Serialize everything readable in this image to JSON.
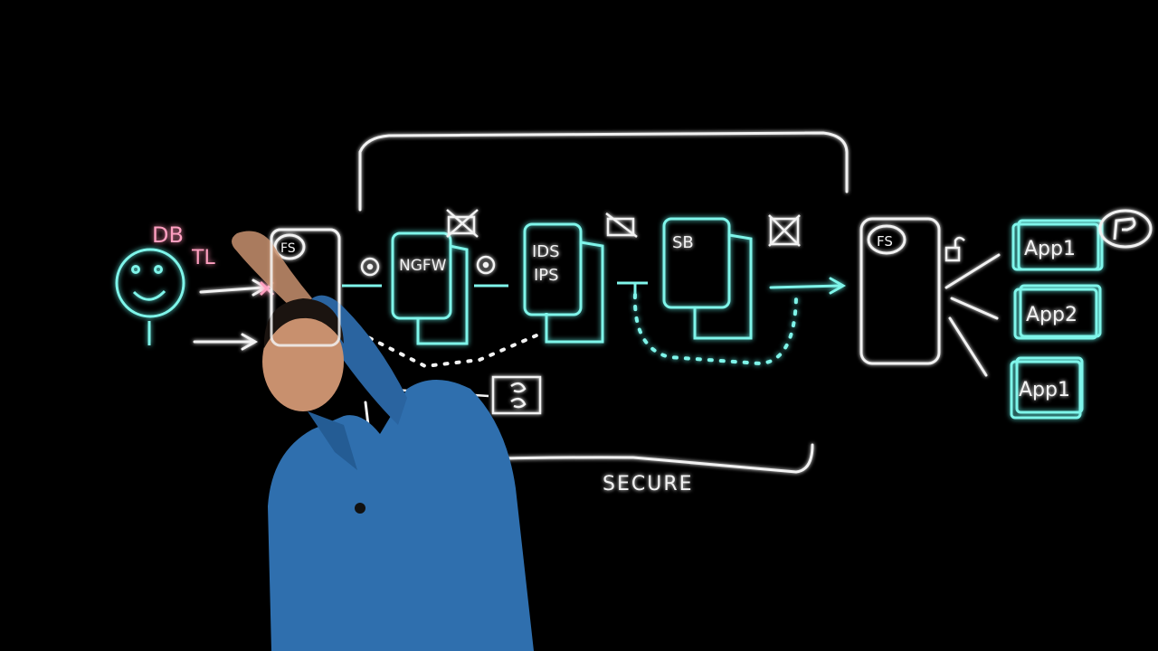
{
  "colors": {
    "background": "#000000",
    "cyan": "#7ff5ea",
    "pink": "#ff9fc0",
    "white": "#f2f2f2",
    "shirt": "#2f6fae",
    "skin": "#c8906e"
  },
  "labels": {
    "user_tag": "DB",
    "tls": "TL",
    "fs_left": "FS",
    "ngfw": "NGFW",
    "ids": "IDS",
    "ips": "IPS",
    "sb": "SB",
    "fs_right": "FS",
    "app1": "App1",
    "app2": "App2",
    "app3": "App1",
    "secure": "SECURE"
  },
  "icons": {
    "user": "smiley-face-icon",
    "lock_closed": "lock-icon",
    "lock_open": "unlock-icon",
    "no_entry": "crossed-key-icon",
    "cert": "certificate-icon",
    "storage": "storage-icon",
    "presenter": "presenter-figure"
  }
}
